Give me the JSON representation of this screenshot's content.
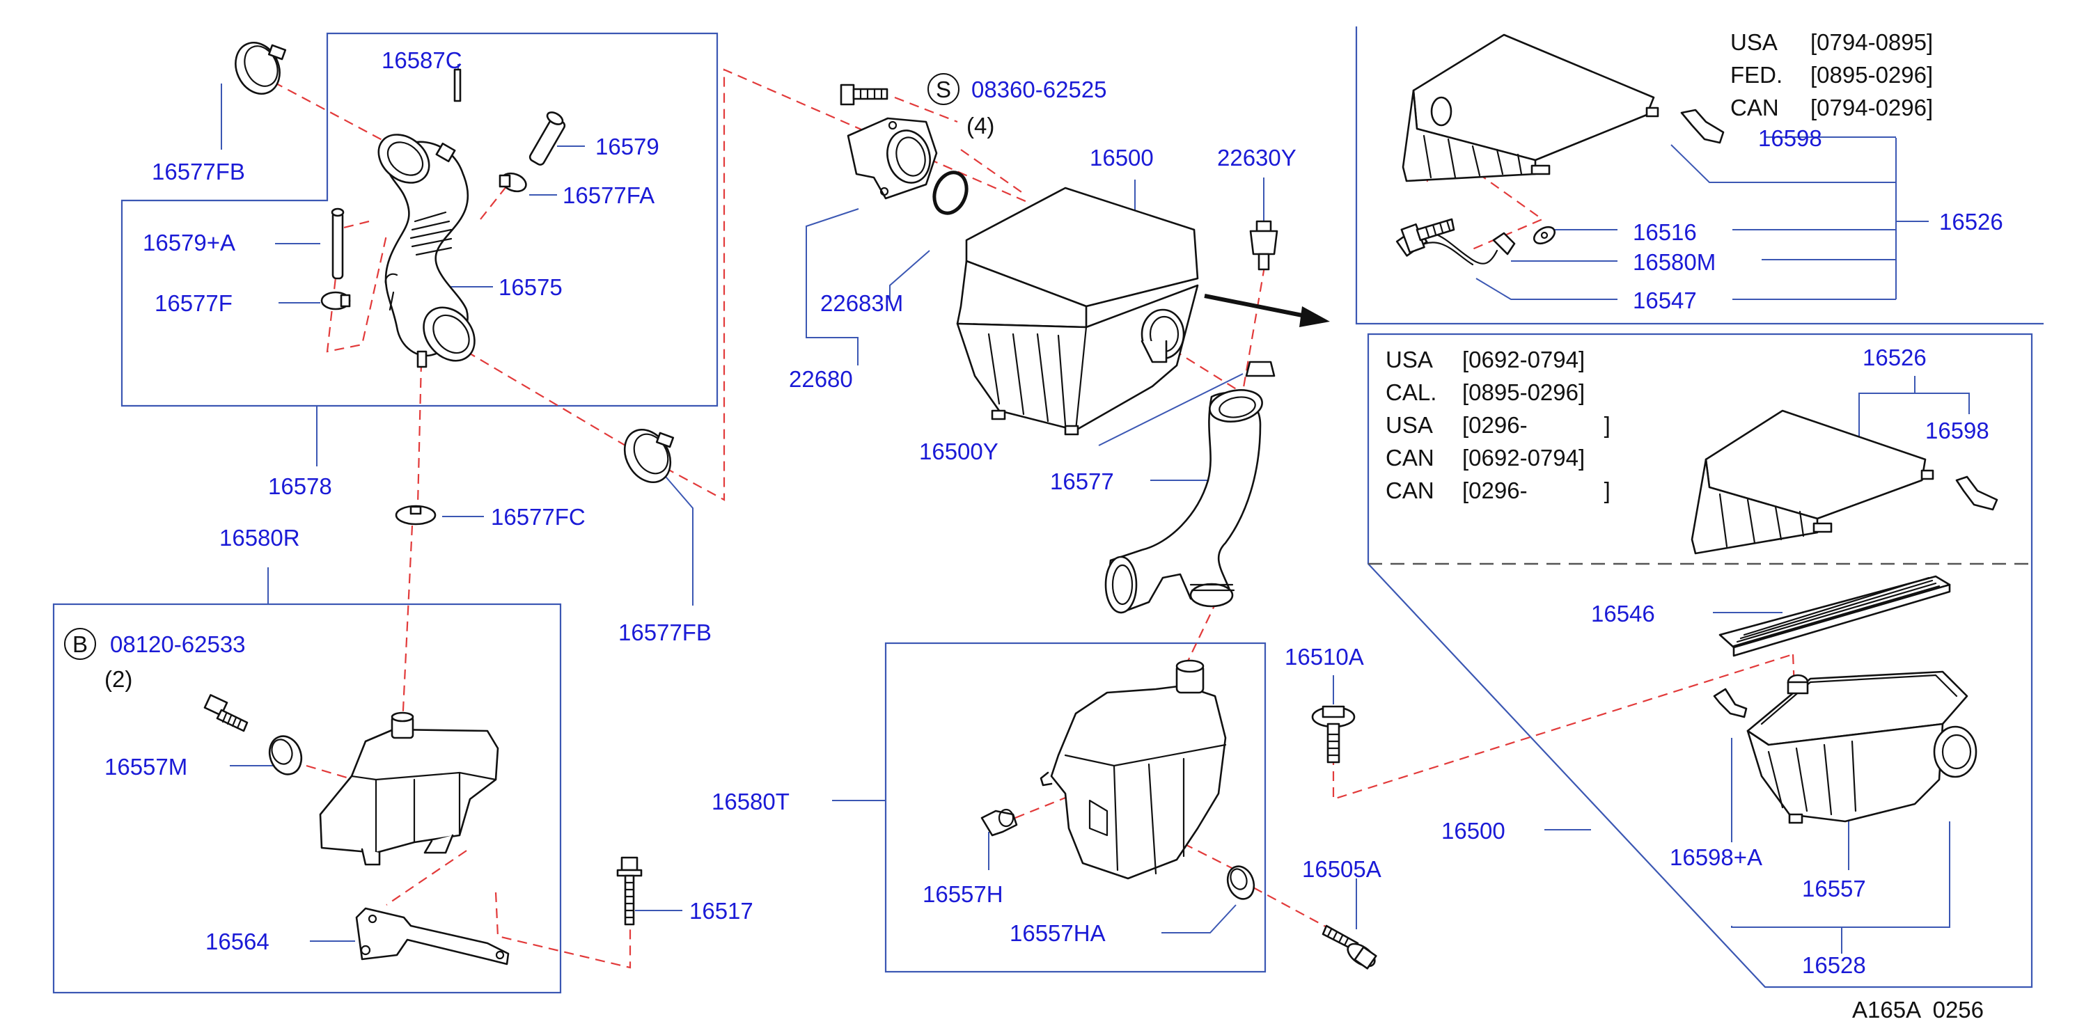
{
  "diagram": {
    "labels": {
      "p16587C": "16587C",
      "p16579": "16579",
      "p16577FA": "16577FA",
      "p16577FB_top": "16577FB",
      "p16579A": "16579+A",
      "p16575": "16575",
      "p16577F": "16577F",
      "p16578": "16578",
      "p16577FC": "16577FC",
      "p16580R": "16580R",
      "p16577FB_bottom": "16577FB",
      "p16557M": "16557M",
      "p16564": "16564",
      "p16517": "16517",
      "p08360": "08360-62525",
      "p08360_qty": "(4)",
      "p22683M": "22683M",
      "p22680": "22680",
      "p16500_center": "16500",
      "p22630Y": "22630Y",
      "p16500Y": "16500Y",
      "p16577": "16577",
      "p16580T": "16580T",
      "p16557H": "16557H",
      "p16557HA": "16557HA",
      "p16510A": "16510A",
      "p16505A": "16505A",
      "p08120": "08120-62533",
      "p08120_qty": "(2)",
      "p16598_top": "16598",
      "p16516": "16516",
      "p16580M": "16580M",
      "p16547": "16547",
      "p16526_top": "16526",
      "p16526_right": "16526",
      "p16598_right": "16598",
      "p16546": "16546",
      "p16500_right": "16500",
      "p16598A": "16598+A",
      "p16557": "16557",
      "p16528": "16528"
    },
    "circle_symbols": {
      "s": "S",
      "b": "B"
    },
    "top_table": [
      {
        "region": "USA",
        "range": "[0794-0895]"
      },
      {
        "region": "FED.",
        "range": "[0895-0296]"
      },
      {
        "region": "CAN",
        "range": "[0794-0296]"
      }
    ],
    "right_table": [
      {
        "region": "USA",
        "range": "[0692-0794]"
      },
      {
        "region": "CAL.",
        "range": "[0895-0296]"
      },
      {
        "region": "USA",
        "range": "[0296-            ]"
      },
      {
        "region": "CAN",
        "range": "[0692-0794]"
      },
      {
        "region": "CAN",
        "range": "[0296-            ]"
      }
    ],
    "code": "A165A  0256"
  }
}
